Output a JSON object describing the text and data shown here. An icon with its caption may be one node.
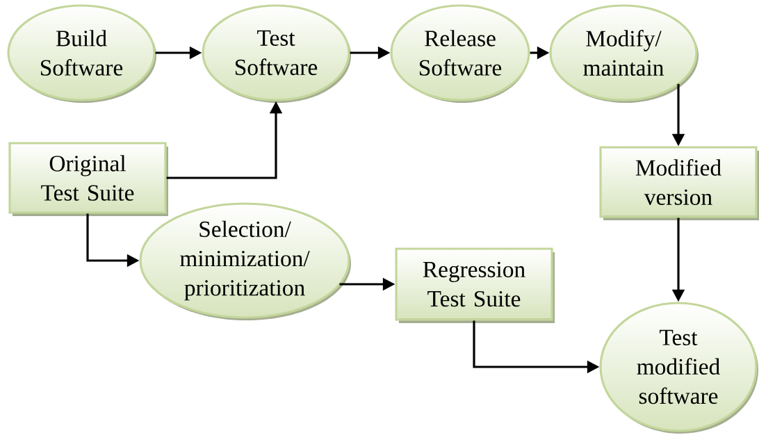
{
  "diagram": {
    "nodes": [
      {
        "text": [
          "Build Software"
        ]
      },
      {
        "text": [
          "Test Software"
        ]
      },
      {
        "text": [
          "Release Software"
        ]
      },
      {
        "text": [
          "Modify/ maintain"
        ]
      },
      {
        "text": [
          "Original Test Suite"
        ]
      },
      {
        "text": [
          "Modified version"
        ]
      },
      {
        "text": [
          "Selection/ minimization/ prioritization"
        ]
      },
      {
        "text": [
          "Regression Test Suite"
        ]
      },
      {
        "text": [
          "Test modified software"
        ]
      }
    ],
    "edges": [
      {
        "from": 0,
        "to": 1,
        "arrow": "to"
      },
      {
        "from": 1,
        "to": 2,
        "arrow": "to"
      },
      {
        "from": 2,
        "to": 3,
        "arrow": "to"
      },
      {
        "from": 3,
        "to": 5,
        "arrow": "to"
      },
      {
        "from": 4,
        "to": 1,
        "arrow": "to"
      },
      {
        "from": 4,
        "to": 6,
        "arrow": "to"
      },
      {
        "from": 6,
        "to": 7,
        "arrow": "to"
      },
      {
        "from": 5,
        "to": 8,
        "arrow": "to"
      },
      {
        "from": 7,
        "to": 8,
        "arrow": "to"
      }
    ]
  }
}
